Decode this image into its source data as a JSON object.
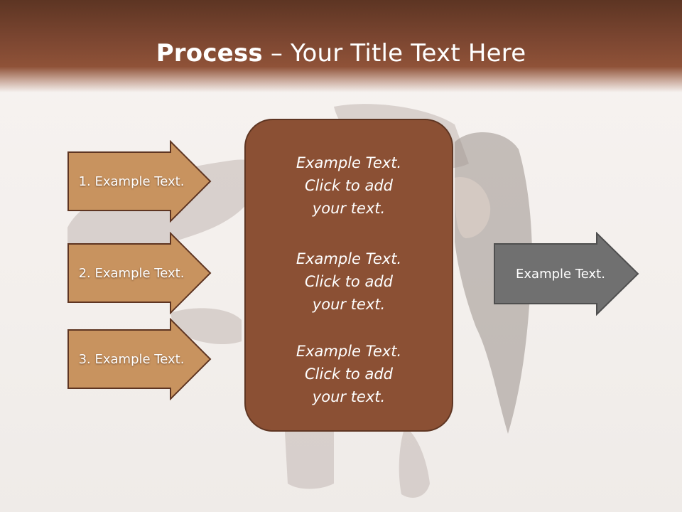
{
  "title": {
    "bold": "Process",
    "rest": " – Your Title Text Here"
  },
  "inputs": [
    {
      "label": "1. Example Text."
    },
    {
      "label": "2. Example Text."
    },
    {
      "label": "3. Example Text."
    }
  ],
  "center": [
    {
      "line1": "Example Text.",
      "line2": "Click  to add",
      "line3": "your text."
    },
    {
      "line1": "Example Text.",
      "line2": "Click  to add",
      "line3": "your text."
    },
    {
      "line1": "Example Text.",
      "line2": "Click  to add",
      "line3": "your text."
    }
  ],
  "output": {
    "label": "Example Text."
  },
  "colors": {
    "title_bar": "#7a4530",
    "input_arrow_fill": "#c8935f",
    "input_arrow_stroke": "#5e3522",
    "center_fill": "#8b5034",
    "output_arrow_fill": "#707070",
    "output_arrow_stroke": "#4f4f4f"
  }
}
